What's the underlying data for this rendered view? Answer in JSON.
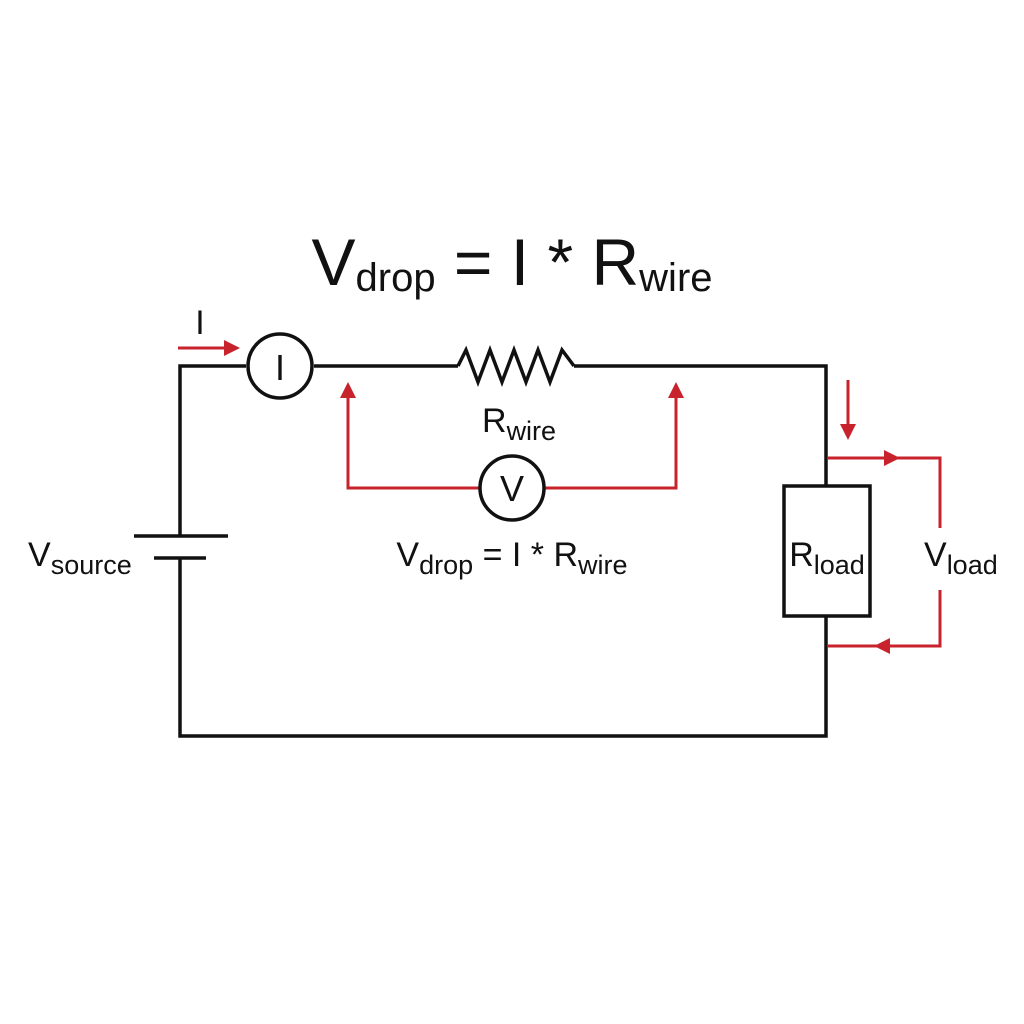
{
  "title_formula": {
    "v": "V",
    "v_sub": "drop",
    "middle": " = I * ",
    "r": "R",
    "r_sub": "wire"
  },
  "current_label": "I",
  "ammeter_symbol": "I",
  "voltmeter_symbol": "V",
  "wire_resistor_label": {
    "main": "R",
    "sub": "wire"
  },
  "drop_formula": {
    "v": "V",
    "v_sub": "drop",
    "middle": " = I * ",
    "r": "R",
    "r_sub": "wire"
  },
  "source_label": {
    "main": "V",
    "sub": "source"
  },
  "load_resistor_label": {
    "main": "R",
    "sub": "load"
  },
  "load_voltage_label": {
    "main": "V",
    "sub": "load"
  },
  "colors": {
    "wire": "#111111",
    "annotation": "#c8232c",
    "background": "#ffffff"
  }
}
